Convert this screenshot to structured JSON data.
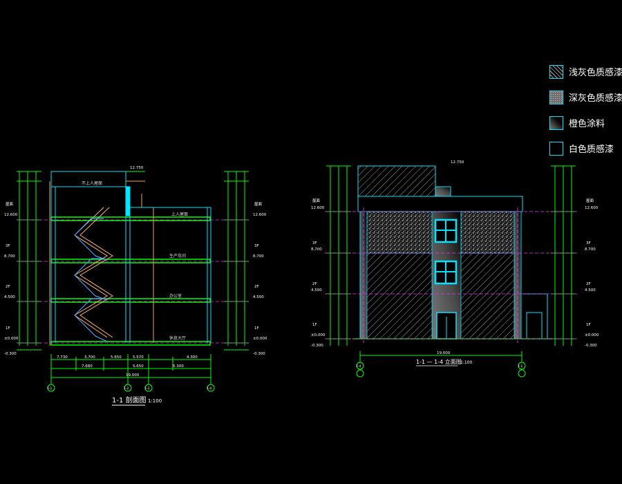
{
  "section": {
    "title": "1-1 剖面图",
    "scale": "1:100",
    "floor_tags": [
      "屋面",
      "3F",
      "2F",
      "1F"
    ],
    "elevations": [
      "12.750",
      "12.600",
      "8.700",
      "4.500",
      "±0.000",
      "-0.300"
    ],
    "room_labels": [
      "不上人屋面",
      "上人屋面",
      "生产车间",
      "办公室",
      "休息大厅"
    ],
    "bottom_dims": [
      "7.730",
      "3.700",
      "5.650",
      "5.570",
      "4.300",
      "7.680",
      "5.650",
      "5.300",
      "19.000"
    ],
    "axis_labels": [
      "1-1",
      "1-2",
      "1-3",
      "1-4"
    ]
  },
  "elevation": {
    "title": "1-1 — 1-4 立面图",
    "scale": "1:100",
    "floor_tags": [
      "屋面",
      "3F",
      "2F",
      "1F"
    ],
    "elevations": [
      "12.750",
      "12.600",
      "8.700",
      "4.500",
      "±0.000",
      "-0.300"
    ],
    "total_width": "19.000",
    "axis_labels": [
      "1-4",
      "1-1"
    ]
  },
  "legend": [
    {
      "label": "浅灰色质感漆",
      "pattern": "hatch"
    },
    {
      "label": "深灰色质感漆",
      "pattern": "stipple"
    },
    {
      "label": "橙色涂料",
      "pattern": "gradient"
    },
    {
      "label": "白色质感漆",
      "pattern": "empty"
    }
  ],
  "colors": {
    "background": "#000000",
    "structure": "#00e5ff",
    "dimension": "#00ff00",
    "stair": "#ffb366",
    "axis": "#ff2cff",
    "text": "#ffffff"
  }
}
